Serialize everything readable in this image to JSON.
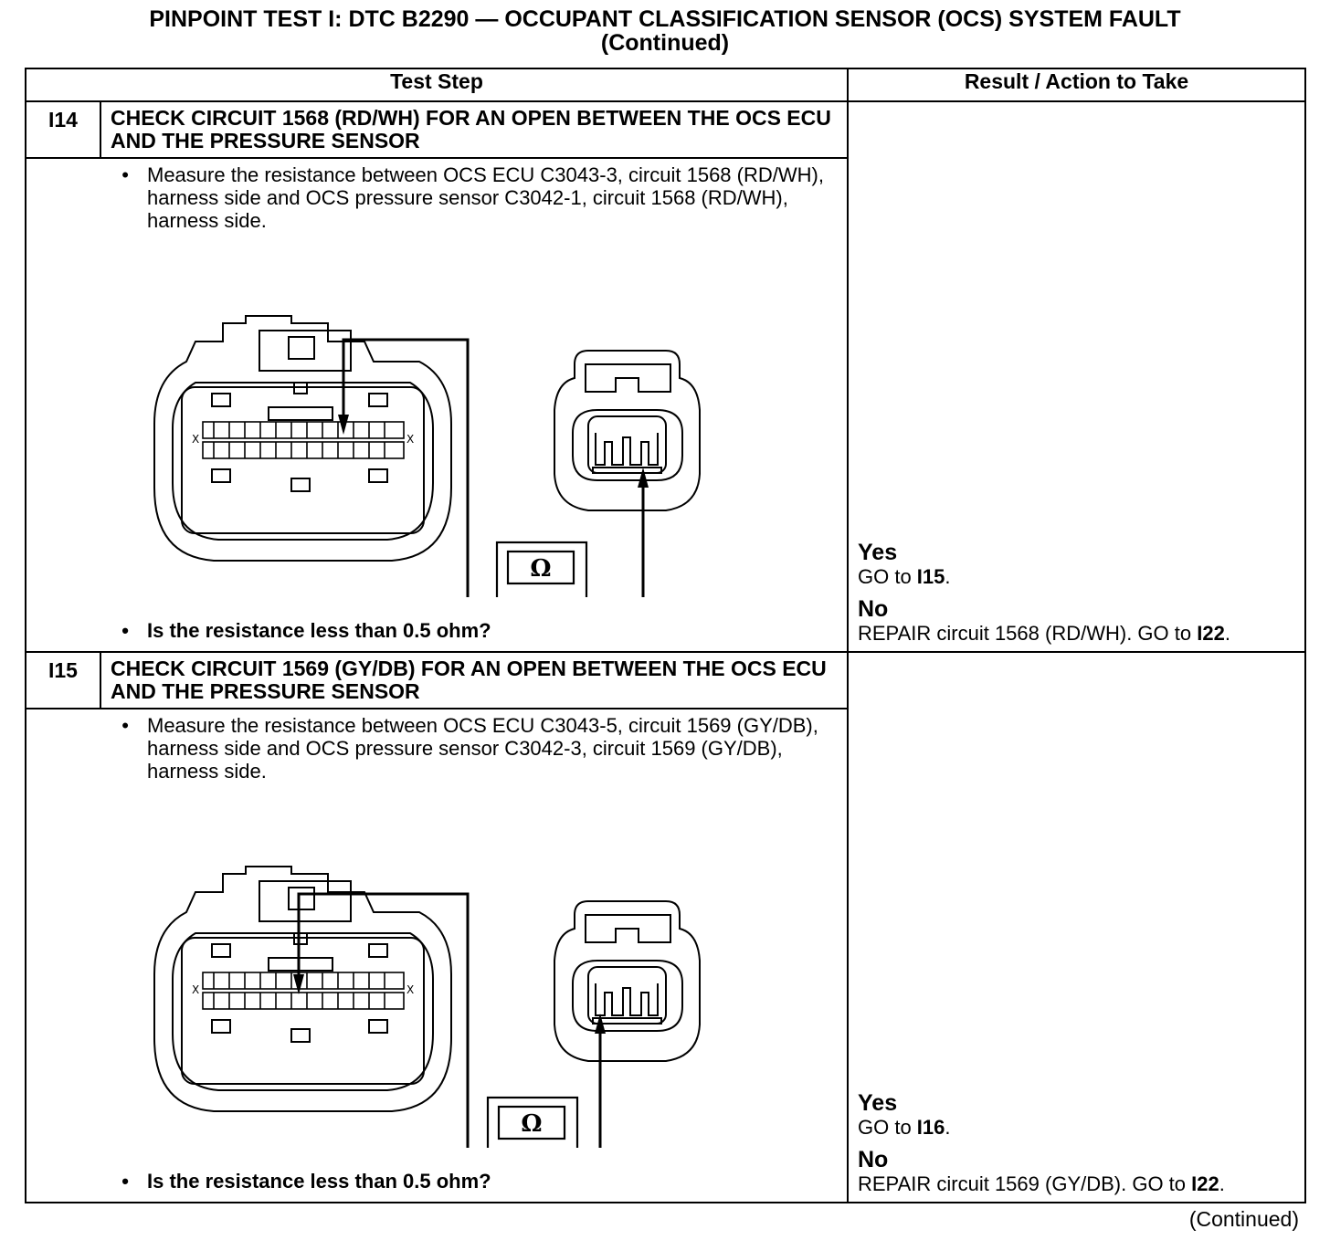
{
  "title_line1": "PINPOINT TEST I: DTC B2290 — OCCUPANT CLASSIFICATION SENSOR (OCS) SYSTEM FAULT",
  "title_line2": "(Continued)",
  "headers": {
    "test_step": "Test Step",
    "result": "Result / Action to Take"
  },
  "steps": [
    {
      "id": "I14",
      "title": "CHECK CIRCUIT 1568 (RD/WH) FOR AN OPEN BETWEEN THE OCS ECU AND THE PRESSURE SENSOR",
      "instruction": "Measure the resistance between OCS ECU C3043-3, circuit 1568 (RD/WH), harness side and OCS pressure sensor C3042-1, circuit 1568 (RD/WH), harness side.",
      "figure_id": "N0003712",
      "meter_symbol": "Ω",
      "plus": "+",
      "minus": "−",
      "question": "Is the resistance less than 0.5 ohm?",
      "yes_label": "Yes",
      "yes_action_prefix": "GO to ",
      "yes_action_target": "I15",
      "yes_action_suffix": ".",
      "no_label": "No",
      "no_action_prefix": "REPAIR circuit 1568 (RD/WH). GO to ",
      "no_action_target": "I22",
      "no_action_suffix": "."
    },
    {
      "id": "I15",
      "title": "CHECK CIRCUIT 1569 (GY/DB) FOR AN OPEN BETWEEN THE OCS ECU AND THE PRESSURE SENSOR",
      "instruction": "Measure the resistance between OCS ECU C3043-5, circuit 1569 (GY/DB), harness side and OCS pressure sensor C3042-3, circuit 1569 (GY/DB), harness side.",
      "figure_id": "N0003699",
      "meter_symbol": "Ω",
      "plus": "+",
      "minus": "−",
      "question": "Is the resistance less than 0.5 ohm?",
      "yes_label": "Yes",
      "yes_action_prefix": "GO to ",
      "yes_action_target": "I16",
      "yes_action_suffix": ".",
      "no_label": "No",
      "no_action_prefix": "REPAIR circuit 1569 (GY/DB). GO to ",
      "no_action_target": "I22",
      "no_action_suffix": "."
    }
  ],
  "footer": "(Continued)"
}
